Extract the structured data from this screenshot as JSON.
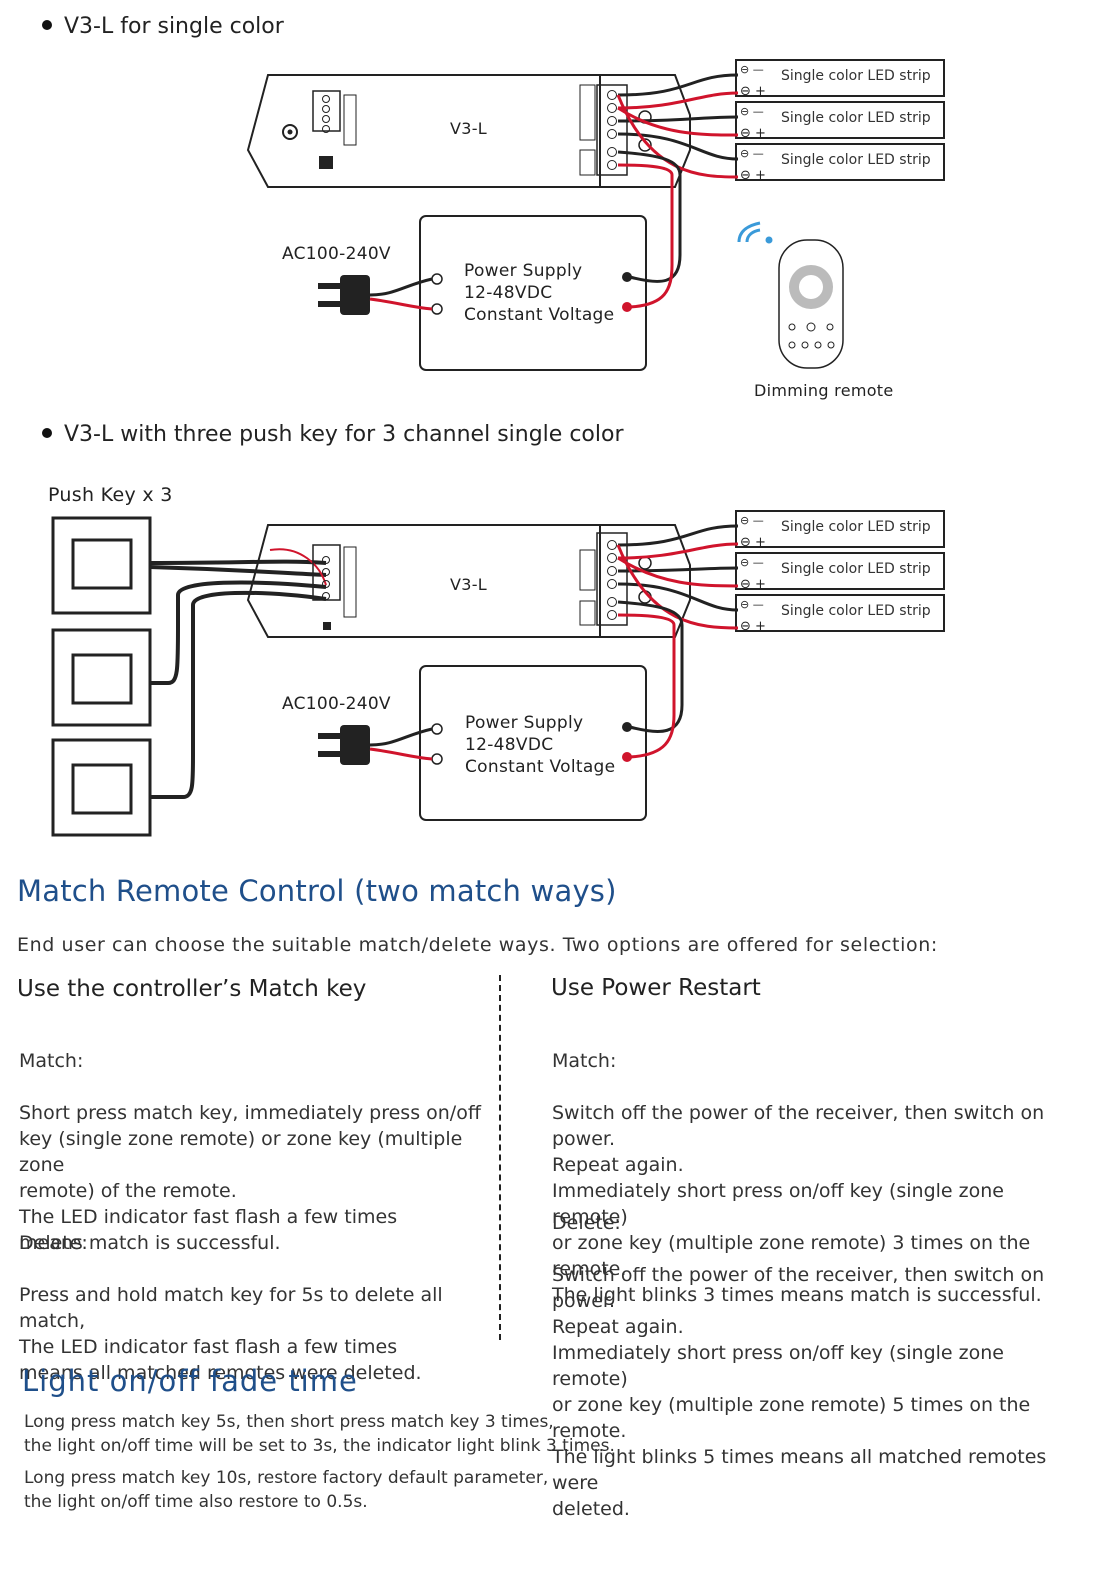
{
  "diagram1": {
    "title": "V3-L for single color",
    "device_label": "V3-L",
    "ac_label": "AC100-240V",
    "power_supply": [
      "Power Supply",
      "12-48VDC",
      "Constant Voltage"
    ],
    "strips": [
      "Single color LED strip",
      "Single color LED strip",
      "Single color LED strip"
    ],
    "remote_label": "Dimming remote"
  },
  "diagram2": {
    "title": "V3-L with three push key for 3 channel single color",
    "pushkey_label": "Push Key x 3",
    "device_label": "V3-L",
    "ac_label": "AC100-240V",
    "power_supply": [
      "Power Supply",
      "12-48VDC",
      "Constant Voltage"
    ],
    "strips": [
      "Single color LED strip",
      "Single color LED strip",
      "Single color LED strip"
    ]
  },
  "match": {
    "title": "Match Remote Control (two match ways)",
    "intro": "End user can choose the suitable match/delete ways. Two options are offered for selection:",
    "left": {
      "heading": "Use the controller’s Match key",
      "match_label": "Match:",
      "match_text": "Short press match key, immediately press on/off\nkey (single zone remote) or zone key (multiple zone\nremote) of the remote.\nThe LED indicator fast flash a few times\nmeans match is successful.",
      "delete_label": "Delete:",
      "delete_text": "Press and hold match key for 5s to delete all match,\nThe LED indicator fast flash a few times\nmeans all matched remotes were deleted."
    },
    "right": {
      "heading": "Use Power Restart",
      "match_label": "Match:",
      "match_text": "Switch off the power of the receiver, then switch on power.\nRepeat again.\nImmediately short press on/off key (single zone remote)\nor zone key (multiple zone remote) 3 times on the remote.\nThe light blinks 3 times means match is successful.",
      "delete_label": "Delete:",
      "delete_text": "Switch off the power of the receiver, then switch on power.\nRepeat again.\nImmediately short press on/off key (single zone remote)\nor zone key (multiple zone remote) 5 times on the remote.\nThe light blinks 5 times means all matched remotes were\ndeleted."
    }
  },
  "fade": {
    "title": "Light on/off fade time",
    "p1": "Long press match key 5s, then short press match key 3 times,\nthe light on/off time will be set to 3s, the indicator light blink 3 times.",
    "p2": "Long press match key 10s, restore factory default parameter,\nthe light on/off time also restore to 0.5s."
  },
  "colors": {
    "heading_blue": "#1f4f8a",
    "wire_red": "#d0142c",
    "wire_black": "#222222"
  }
}
